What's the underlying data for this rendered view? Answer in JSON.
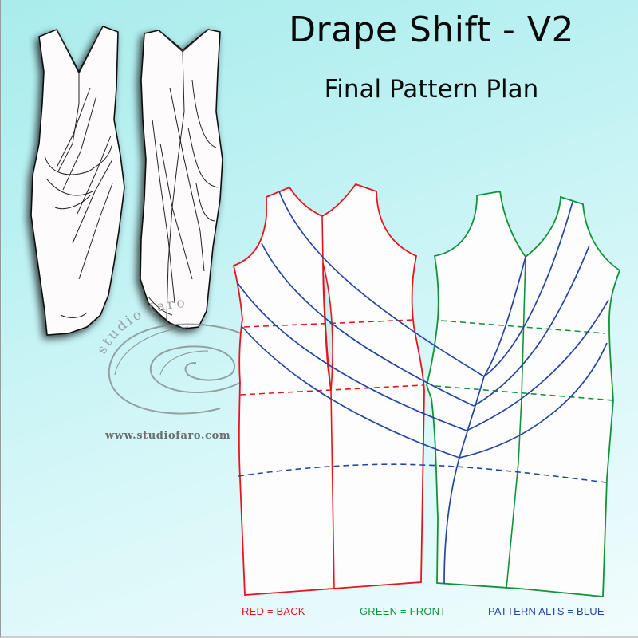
{
  "header": {
    "title": "Drape Shift - V2",
    "subtitle": "Final Pattern Plan"
  },
  "legend": {
    "items": [
      {
        "label": "RED = BACK",
        "color": "#e8141c"
      },
      {
        "label": "GREEN = FRONT",
        "color": "#12933a"
      },
      {
        "label": "PATTERN ALTS = BLUE",
        "color": "#2347a0"
      }
    ]
  },
  "watermark": {
    "arc_text": "studio faro",
    "url": "www.studiofaro.com"
  },
  "sketches": [
    {
      "view": "front",
      "description": "draped sleeveless shift dress, front view"
    },
    {
      "view": "back",
      "description": "draped sleeveless shift dress, back view"
    }
  ],
  "patterns": [
    {
      "piece": "back",
      "color": "#e8141c"
    },
    {
      "piece": "front",
      "color": "#12933a"
    }
  ],
  "colors": {
    "back": "#e8141c",
    "front": "#12933a",
    "alts": "#2347a0",
    "background_top": "#a9ecec",
    "background_bottom": "#f1fcfd"
  }
}
